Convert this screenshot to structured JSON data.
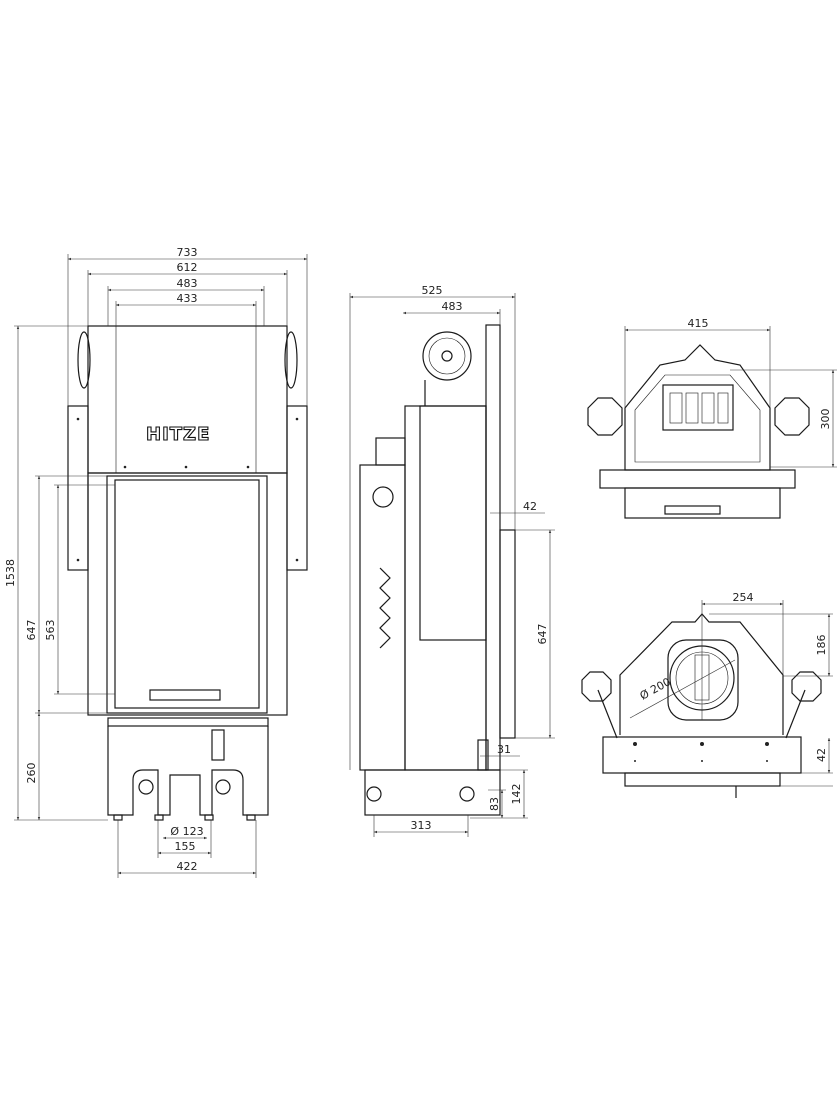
{
  "brand": "HITZE",
  "front_view": {
    "width_overall": "733",
    "width_body": "612",
    "width_top": "483",
    "width_inner": "433",
    "height_total": "1538",
    "height_door": "647",
    "height_glass": "563",
    "height_base": "260",
    "flue_diameter": "Ø 123",
    "feet_inner": "155",
    "feet_outer": "422"
  },
  "side_view": {
    "depth_overall": "525",
    "depth_body": "483",
    "offset_top": "42",
    "height_door": "647",
    "offset_bottom": "31",
    "height_142": "142",
    "height_83": "83",
    "feet_depth": "313"
  },
  "top_view": {
    "width": "415",
    "depth": "300"
  },
  "bottom_view": {
    "offset": "254",
    "depth": "186",
    "flue_diameter": "Ø 200",
    "height": "42"
  }
}
